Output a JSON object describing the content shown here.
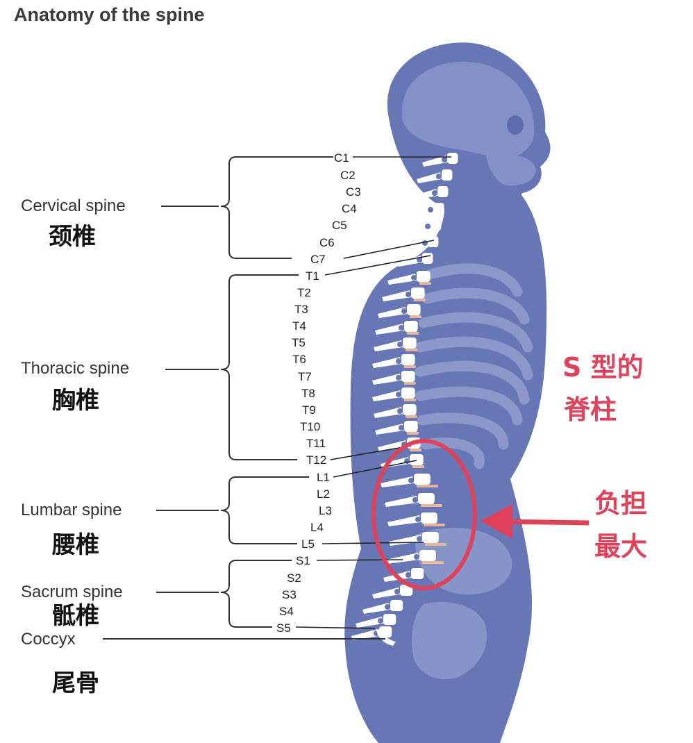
{
  "title": "Anatomy of the spine",
  "regions": [
    {
      "name": "Cervical spine",
      "cn": "颈椎",
      "vertebrae": [
        "C1",
        "C2",
        "C3",
        "C4",
        "C5",
        "C6",
        "C7"
      ]
    },
    {
      "name": "Thoracic spine",
      "cn": "胸椎",
      "vertebrae": [
        "T1",
        "T2",
        "T3",
        "T4",
        "T5",
        "T6",
        "T7",
        "T8",
        "T9",
        "T10",
        "T11",
        "T12"
      ]
    },
    {
      "name": "Lumbar spine",
      "cn": "腰椎",
      "vertebrae": [
        "L1",
        "L2",
        "L3",
        "L4",
        "L5"
      ]
    },
    {
      "name": "Sacrum spine",
      "cn": "骶椎",
      "vertebrae": [
        "S1",
        "S2",
        "S3",
        "S4",
        "S5"
      ]
    },
    {
      "name": "Coccyx",
      "cn": "尾骨",
      "vertebrae": []
    }
  ],
  "annotations": {
    "s_curve_line1": "S 型的",
    "s_curve_line2": "脊柱",
    "load_line1": "负担",
    "load_line2": "最大"
  },
  "colors": {
    "body": "#6776b4",
    "bone": "#ffffff",
    "disc": "#e9b59b",
    "highlight": "#e0425c"
  }
}
